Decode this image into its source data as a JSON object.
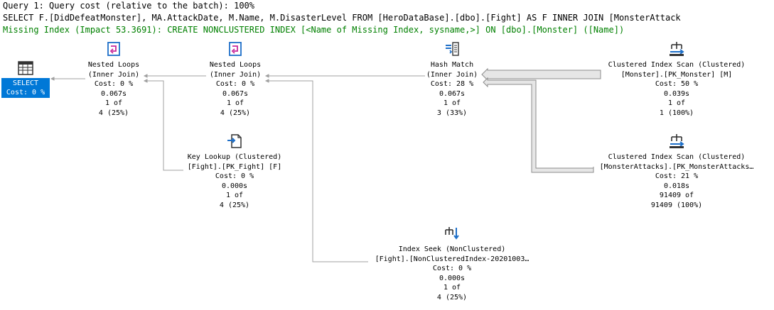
{
  "header": {
    "query_cost": "Query 1: Query cost (relative to the batch): 100%",
    "sql": "SELECT F.[DidDefeatMonster], MA.AttackDate, M.Name, M.DisasterLevel FROM [HeroDataBase].[dbo].[Fight] AS F INNER JOIN [MonsterAttack",
    "missing_index": "Missing Index (Impact 53.3691): CREATE NONCLUSTERED INDEX [<Name of Missing Index, sysname,>] ON [dbo].[Monster] ([Name])"
  },
  "colors": {
    "selection": "#0078d7",
    "missing_index_text": "#008000",
    "connector_line": "#a0a0a0",
    "thick_arrow_fill": "#e6e6e6",
    "icon_blue": "#1e6fc8",
    "icon_magenta": "#c8289b"
  },
  "nodes": {
    "select": {
      "icon": "select-table-icon",
      "label": "SELECT",
      "cost": "Cost: 0 %"
    },
    "nested_loops_1": {
      "icon": "nested-loops-icon",
      "lines": [
        "Nested Loops",
        "(Inner Join)",
        "Cost: 0 %",
        "0.067s",
        "1 of",
        "4 (25%)"
      ]
    },
    "nested_loops_2": {
      "icon": "nested-loops-icon",
      "lines": [
        "Nested Loops",
        "(Inner Join)",
        "Cost: 0 %",
        "0.067s",
        "1 of",
        "4 (25%)"
      ]
    },
    "hash_match": {
      "icon": "hash-match-icon",
      "lines": [
        "Hash Match",
        "(Inner Join)",
        "Cost: 28 %",
        "0.067s",
        "1 of",
        "3 (33%)"
      ]
    },
    "clustered_scan_monster": {
      "icon": "clustered-index-scan-icon",
      "lines": [
        "Clustered Index Scan (Clustered)",
        "[Monster].[PK_Monster] [M]",
        "Cost: 50 %",
        "0.039s",
        "1 of",
        "1 (100%)"
      ]
    },
    "key_lookup": {
      "icon": "key-lookup-icon",
      "lines": [
        "Key Lookup (Clustered)",
        "[Fight].[PK_Fight] [F]",
        "Cost: 0 %",
        "0.000s",
        "1 of",
        "4 (25%)"
      ]
    },
    "clustered_scan_attacks": {
      "icon": "clustered-index-scan-icon",
      "lines": [
        "Clustered Index Scan (Clustered)",
        "[MonsterAttacks].[PK_MonsterAttacks…",
        "Cost: 21 %",
        "0.018s",
        "91409 of",
        "91409 (100%)"
      ]
    },
    "index_seek": {
      "icon": "index-seek-icon",
      "lines": [
        "Index Seek (NonClustered)",
        "[Fight].[NonClusteredIndex-20201003…",
        "Cost: 0 %",
        "0.000s",
        "1 of",
        "4 (25%)"
      ]
    }
  }
}
